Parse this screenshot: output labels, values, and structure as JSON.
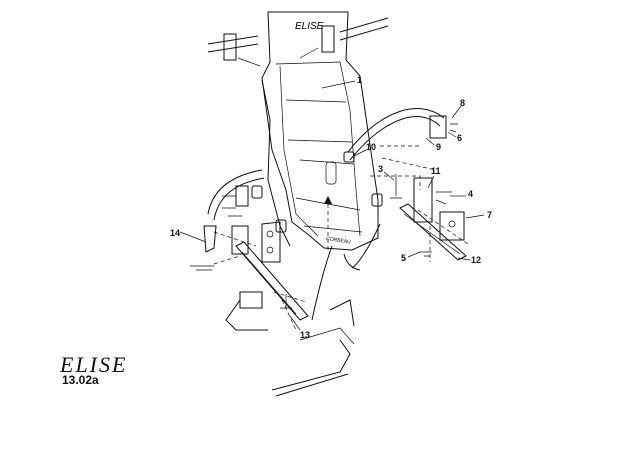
{
  "brand": {
    "logo_text": "ELISE"
  },
  "figure": {
    "reference": "13.02a"
  },
  "seat": {
    "headrest_text": "ELISE",
    "cushion_text": "CORBEAU"
  },
  "callouts": [
    "1",
    "3",
    "4",
    "5",
    "6",
    "7",
    "8",
    "9",
    "10",
    "11",
    "12",
    "13",
    "14"
  ],
  "colors": {
    "ink": "#111111",
    "background": "#ffffff"
  }
}
